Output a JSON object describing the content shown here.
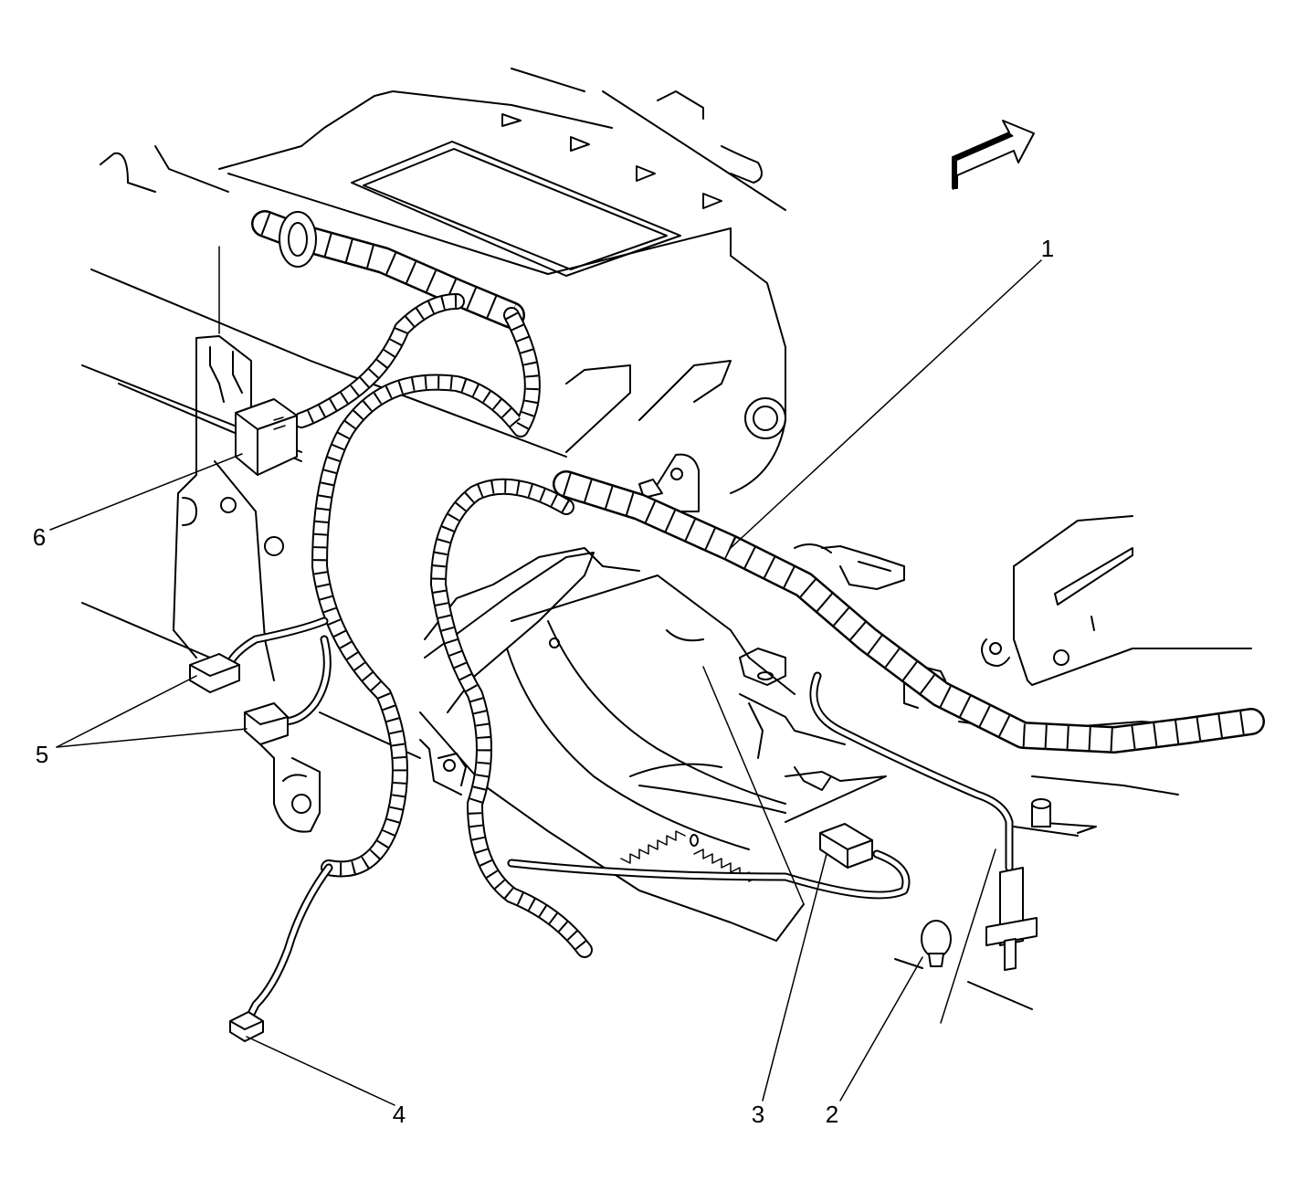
{
  "callouts": [
    {
      "id": "1",
      "label": "1"
    },
    {
      "id": "2",
      "label": "2"
    },
    {
      "id": "3",
      "label": "3"
    },
    {
      "id": "4",
      "label": "4"
    },
    {
      "id": "5",
      "label": "5"
    },
    {
      "id": "6",
      "label": "6"
    }
  ],
  "icons": {
    "orientation": "forward-direction-arrow-icon"
  },
  "colors": {
    "line": "#000000",
    "background": "#ffffff"
  }
}
